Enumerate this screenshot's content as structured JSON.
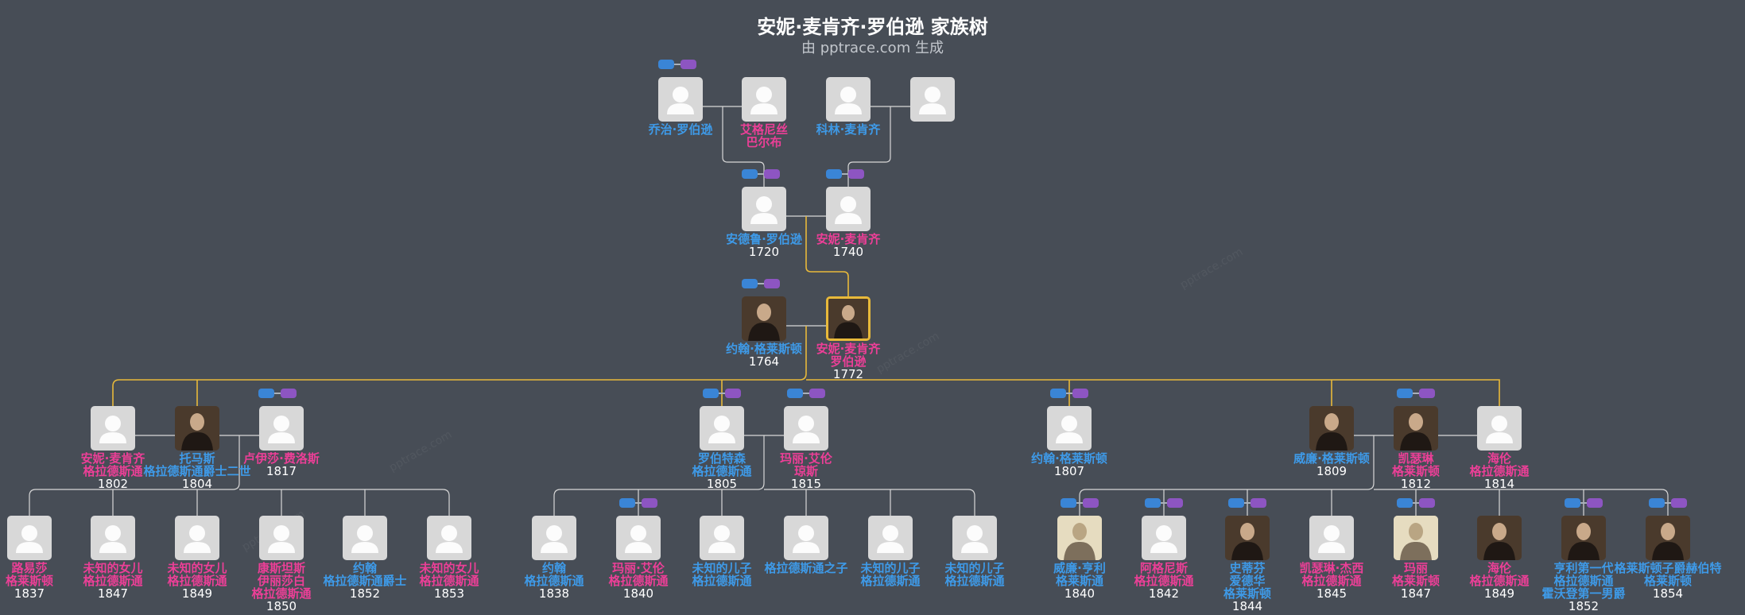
{
  "header": {
    "title": "安妮·麦肯齐·罗伯逊 家族树",
    "subtitle": "由 pptrace.com 生成"
  },
  "watermark": "pptrace.com",
  "colors": {
    "background": "#474d56",
    "male": "#3e9ae8",
    "female": "#ec3f97",
    "line": "#d8d8d8",
    "highlight_line": "#e8b93a"
  },
  "people": [
    {
      "id": "p1",
      "name": "乔治·罗伯逊",
      "year": "",
      "gender": "m",
      "photo": false
    },
    {
      "id": "p2",
      "name": "艾格尼丝\n巴尔布",
      "year": "",
      "gender": "f",
      "photo": false
    },
    {
      "id": "p3",
      "name": "科林·麦肯齐",
      "year": "",
      "gender": "m",
      "photo": false
    },
    {
      "id": "p4",
      "name": "",
      "year": "",
      "gender": "f",
      "photo": false
    },
    {
      "id": "p5",
      "name": "安德鲁·罗伯逊",
      "year": "1720",
      "gender": "m",
      "photo": false
    },
    {
      "id": "p6",
      "name": "安妮·麦肯齐",
      "year": "1740",
      "gender": "f",
      "photo": false
    },
    {
      "id": "p7",
      "name": "约翰·格莱斯顿",
      "year": "1764",
      "gender": "m",
      "photo": true
    },
    {
      "id": "p8",
      "name": "安妮·麦肯齐\n罗伯逊",
      "year": "1772",
      "gender": "f",
      "photo": true,
      "selected": true
    },
    {
      "id": "p9",
      "name": "安妮·麦肯齐\n格拉德斯通",
      "year": "1802",
      "gender": "f",
      "photo": false
    },
    {
      "id": "p10",
      "name": "托马斯\n格拉德斯通爵士二世",
      "year": "1804",
      "gender": "m",
      "photo": true
    },
    {
      "id": "p11",
      "name": "卢伊莎·费洛斯",
      "year": "1817",
      "gender": "f",
      "photo": false
    },
    {
      "id": "p12",
      "name": "罗伯特森\n格拉德斯通",
      "year": "1805",
      "gender": "m",
      "photo": false
    },
    {
      "id": "p13",
      "name": "玛丽·艾伦\n琼斯",
      "year": "1815",
      "gender": "f",
      "photo": false
    },
    {
      "id": "p14",
      "name": "约翰·格莱斯顿",
      "year": "1807",
      "gender": "m",
      "photo": false
    },
    {
      "id": "p15",
      "name": "威廉·格莱斯顿",
      "year": "1809",
      "gender": "m",
      "photo": true
    },
    {
      "id": "p16",
      "name": "凯瑟琳\n格莱斯顿",
      "year": "1812",
      "gender": "f",
      "photo": true
    },
    {
      "id": "p17",
      "name": "海伦\n格拉德斯通",
      "year": "1814",
      "gender": "f",
      "photo": false
    },
    {
      "id": "c1",
      "name": "路易莎\n格莱斯顿",
      "year": "1837",
      "gender": "f",
      "photo": false
    },
    {
      "id": "c2",
      "name": "未知的女儿\n格拉德斯通",
      "year": "1847",
      "gender": "f",
      "photo": false
    },
    {
      "id": "c3",
      "name": "未知的女儿\n格拉德斯通",
      "year": "1849",
      "gender": "f",
      "photo": false
    },
    {
      "id": "c4",
      "name": "康斯坦斯\n伊丽莎白\n格拉德斯通",
      "year": "1850",
      "gender": "f",
      "photo": false
    },
    {
      "id": "c5",
      "name": "约翰\n格拉德斯通爵士",
      "year": "1852",
      "gender": "m",
      "photo": false
    },
    {
      "id": "c6",
      "name": "未知的女儿\n格拉德斯通",
      "year": "1853",
      "gender": "f",
      "photo": false
    },
    {
      "id": "c7",
      "name": "约翰\n格拉德斯通",
      "year": "1838",
      "gender": "m",
      "photo": false
    },
    {
      "id": "c8",
      "name": "玛丽·艾伦\n格拉德斯通",
      "year": "1840",
      "gender": "f",
      "photo": false
    },
    {
      "id": "c9",
      "name": "未知的儿子\n格拉德斯通",
      "year": "",
      "gender": "m",
      "photo": false
    },
    {
      "id": "c10",
      "name": "格拉德斯通之子",
      "year": "",
      "gender": "m",
      "photo": false
    },
    {
      "id": "c11",
      "name": "未知的儿子\n格拉德斯通",
      "year": "",
      "gender": "m",
      "photo": false
    },
    {
      "id": "c12",
      "name": "未知的儿子\n格拉德斯通",
      "year": "",
      "gender": "m",
      "photo": false
    },
    {
      "id": "c13",
      "name": "威廉·亨利\n格莱斯通",
      "year": "1840",
      "gender": "m",
      "photo": true,
      "light": true
    },
    {
      "id": "c14",
      "name": "阿格尼斯\n格拉德斯通",
      "year": "1842",
      "gender": "f",
      "photo": false
    },
    {
      "id": "c15",
      "name": "史蒂芬\n爱德华\n格莱斯顿",
      "year": "1844",
      "gender": "m",
      "photo": true
    },
    {
      "id": "c16",
      "name": "凯瑟琳·杰西\n格拉德斯通",
      "year": "1845",
      "gender": "f",
      "photo": false
    },
    {
      "id": "c17",
      "name": "玛丽\n格莱斯顿",
      "year": "1847",
      "gender": "f",
      "photo": true,
      "light": true
    },
    {
      "id": "c18",
      "name": "海伦\n格拉德斯通",
      "year": "1849",
      "gender": "f",
      "photo": true
    },
    {
      "id": "c19",
      "name": "亨利第一代\n格拉德斯通\n霍沃登第一男爵",
      "year": "1852",
      "gender": "m",
      "photo": true
    },
    {
      "id": "c20",
      "name": "格莱斯顿子爵赫伯特\n格莱斯顿",
      "year": "1854",
      "gender": "m",
      "photo": true
    }
  ]
}
